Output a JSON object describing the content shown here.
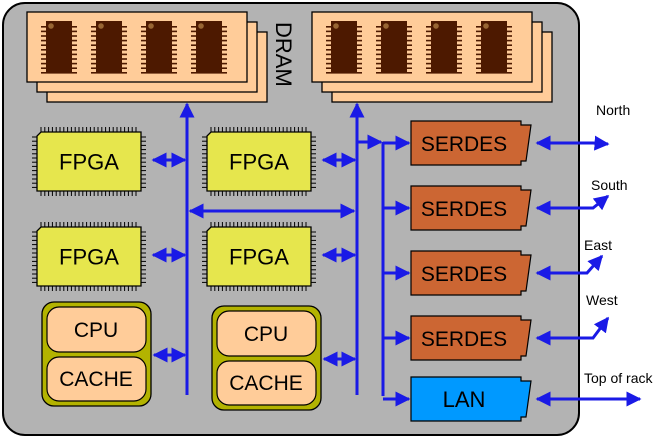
{
  "diagram": {
    "board": {
      "fill": "#b3b3b3",
      "stroke": "#000000"
    },
    "dram": {
      "label": "DRAM",
      "card_fill": "#ffcc99",
      "chip_fill": "#4d1900",
      "chip_dot": "#996633",
      "chips_per_card": 4,
      "modules": [
        "dram-left",
        "dram-right"
      ]
    },
    "fpgas": [
      {
        "label": "FPGA"
      },
      {
        "label": "FPGA"
      },
      {
        "label": "FPGA"
      },
      {
        "label": "FPGA"
      }
    ],
    "fpga_fill": "#e6e64d",
    "cpus": [
      {
        "cpu_label": "CPU",
        "cache_label": "CACHE"
      },
      {
        "cpu_label": "CPU",
        "cache_label": "CACHE"
      }
    ],
    "cpu_frame_fill": "#b3b300",
    "cpu_inner_fill": "#ffcc99",
    "serdes": [
      {
        "label": "SERDES",
        "link": "North"
      },
      {
        "label": "SERDES",
        "link": "South"
      },
      {
        "label": "SERDES",
        "link": "East"
      },
      {
        "label": "SERDES",
        "link": "West"
      }
    ],
    "serdes_fill": "#cc6633",
    "lan": {
      "label": "LAN",
      "link": "Top of rack",
      "fill": "#0099ff"
    },
    "arrow_color": "#1a1ae6"
  }
}
